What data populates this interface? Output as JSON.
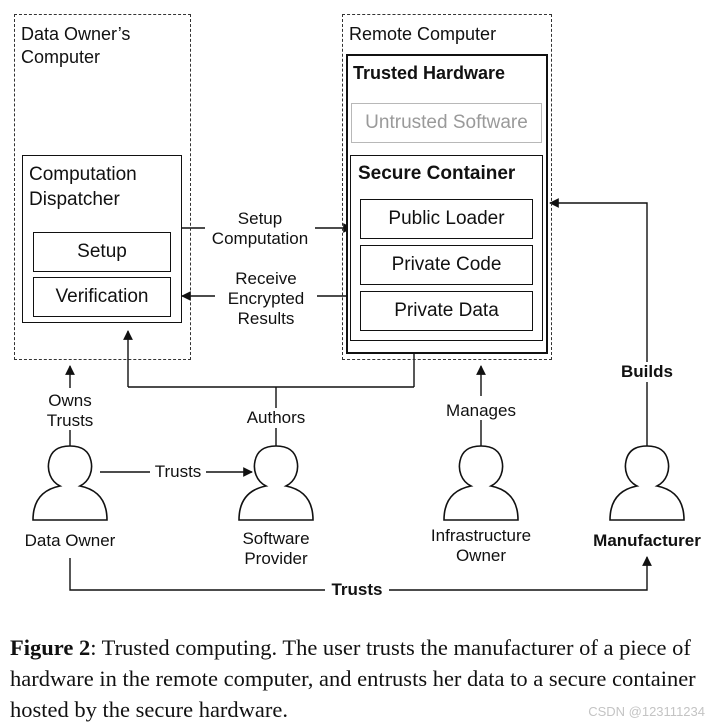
{
  "owner_computer": {
    "title_line1": "Data Owner’s",
    "title_line2": "Computer"
  },
  "dispatcher": {
    "title_line1": "Computation",
    "title_line2": "Dispatcher",
    "setup": "Setup",
    "verification": "Verification"
  },
  "remote": {
    "title": "Remote Computer",
    "trusted_hw": "Trusted Hardware",
    "untrusted_sw": "Untrusted Software",
    "secure_container": "Secure Container",
    "public_loader": "Public Loader",
    "private_code": "Private Code",
    "private_data": "Private Data"
  },
  "edges": {
    "setup_computation_1": "Setup",
    "setup_computation_2": "Computation",
    "receive_1": "Receive",
    "receive_2": "Encrypted",
    "receive_3": "Results",
    "owns": "Owns",
    "owns_trusts": "Trusts",
    "authors": "Authors",
    "manages": "Manages",
    "builds": "Builds",
    "trusts_mid": "Trusts",
    "trusts_bottom": "Trusts"
  },
  "actors": {
    "data_owner": "Data Owner",
    "software_provider_1": "Software",
    "software_provider_2": "Provider",
    "infra_owner_1": "Infrastructure",
    "infra_owner_2": "Owner",
    "manufacturer": "Manufacturer"
  },
  "caption": {
    "label": "Figure 2",
    "text": ":  Trusted computing. The user trusts the manufacturer of a piece of hardware in the remote computer, and entrusts her data to a secure container hosted by the secure hardware."
  },
  "watermark": "CSDN @123111234"
}
